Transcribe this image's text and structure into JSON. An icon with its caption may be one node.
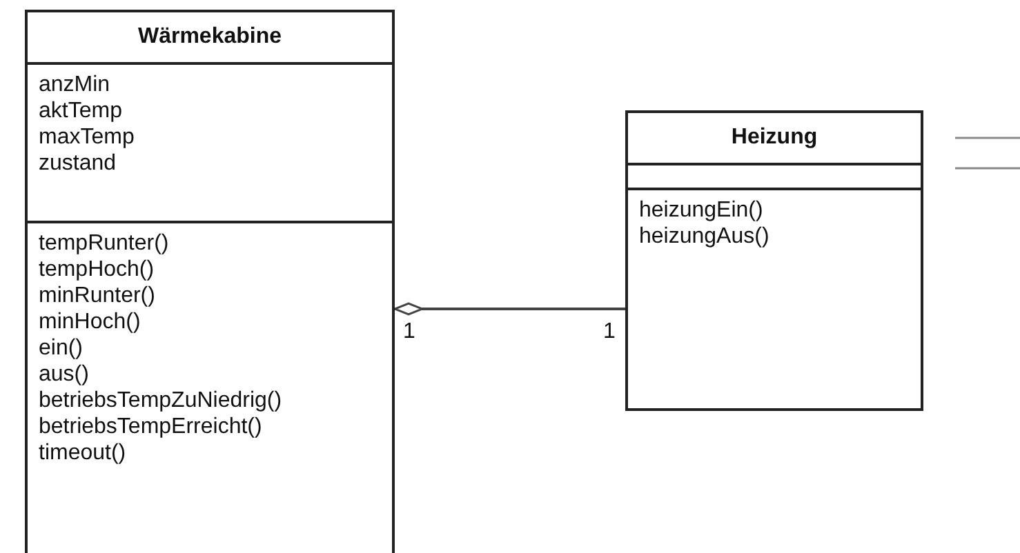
{
  "diagram": {
    "nodes": [
      {
        "text": [
          "Wärmekabine",
          "anzMin",
          "aktTemp",
          "maxTemp",
          "zustand",
          "tempRunter()",
          "tempHoch()",
          "minRunter()",
          "minHoch()",
          "ein()",
          "aus()",
          "betriebsTempZuNiedrig()",
          "betriebsTempErreicht()",
          "timeout()"
        ]
      },
      {
        "text": [
          "Heizung",
          "heizungEin()",
          "heizungAus()"
        ]
      }
    ],
    "edges": [
      {
        "from": 0,
        "to": 1,
        "arrow": "other"
      }
    ],
    "labels": [
      "1",
      "1"
    ]
  }
}
